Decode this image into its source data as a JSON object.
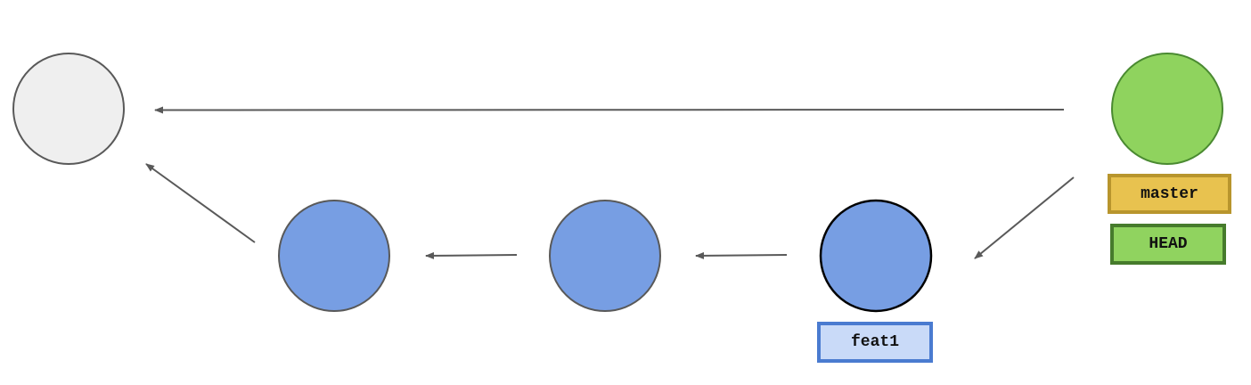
{
  "commits": [
    {
      "id": "root",
      "fill": "#efefef",
      "stroke": "#595959"
    },
    {
      "id": "feat-c1",
      "fill": "#779ee3",
      "stroke": "#595959"
    },
    {
      "id": "feat-c2",
      "fill": "#779ee3",
      "stroke": "#595959"
    },
    {
      "id": "feat-c3",
      "fill": "#779ee3",
      "stroke": "#000000"
    },
    {
      "id": "master-tip",
      "fill": "#8fd35e",
      "stroke": "#4a8a31"
    }
  ],
  "edges": [
    {
      "from": "master-tip",
      "to": "root"
    },
    {
      "from": "master-tip",
      "to": "feat-c3"
    },
    {
      "from": "feat-c3",
      "to": "feat-c2"
    },
    {
      "from": "feat-c2",
      "to": "feat-c1"
    },
    {
      "from": "feat-c1",
      "to": "root"
    }
  ],
  "arrow_color": "#595959",
  "refs": {
    "master": {
      "text": "master",
      "fill": "#e8c24f",
      "border": "#b8952d"
    },
    "head": {
      "text": "HEAD",
      "fill": "#90d35f",
      "border": "#467b2c"
    },
    "feat1": {
      "text": "feat1",
      "fill": "#c9daf8",
      "border": "#4a7bd0"
    }
  }
}
